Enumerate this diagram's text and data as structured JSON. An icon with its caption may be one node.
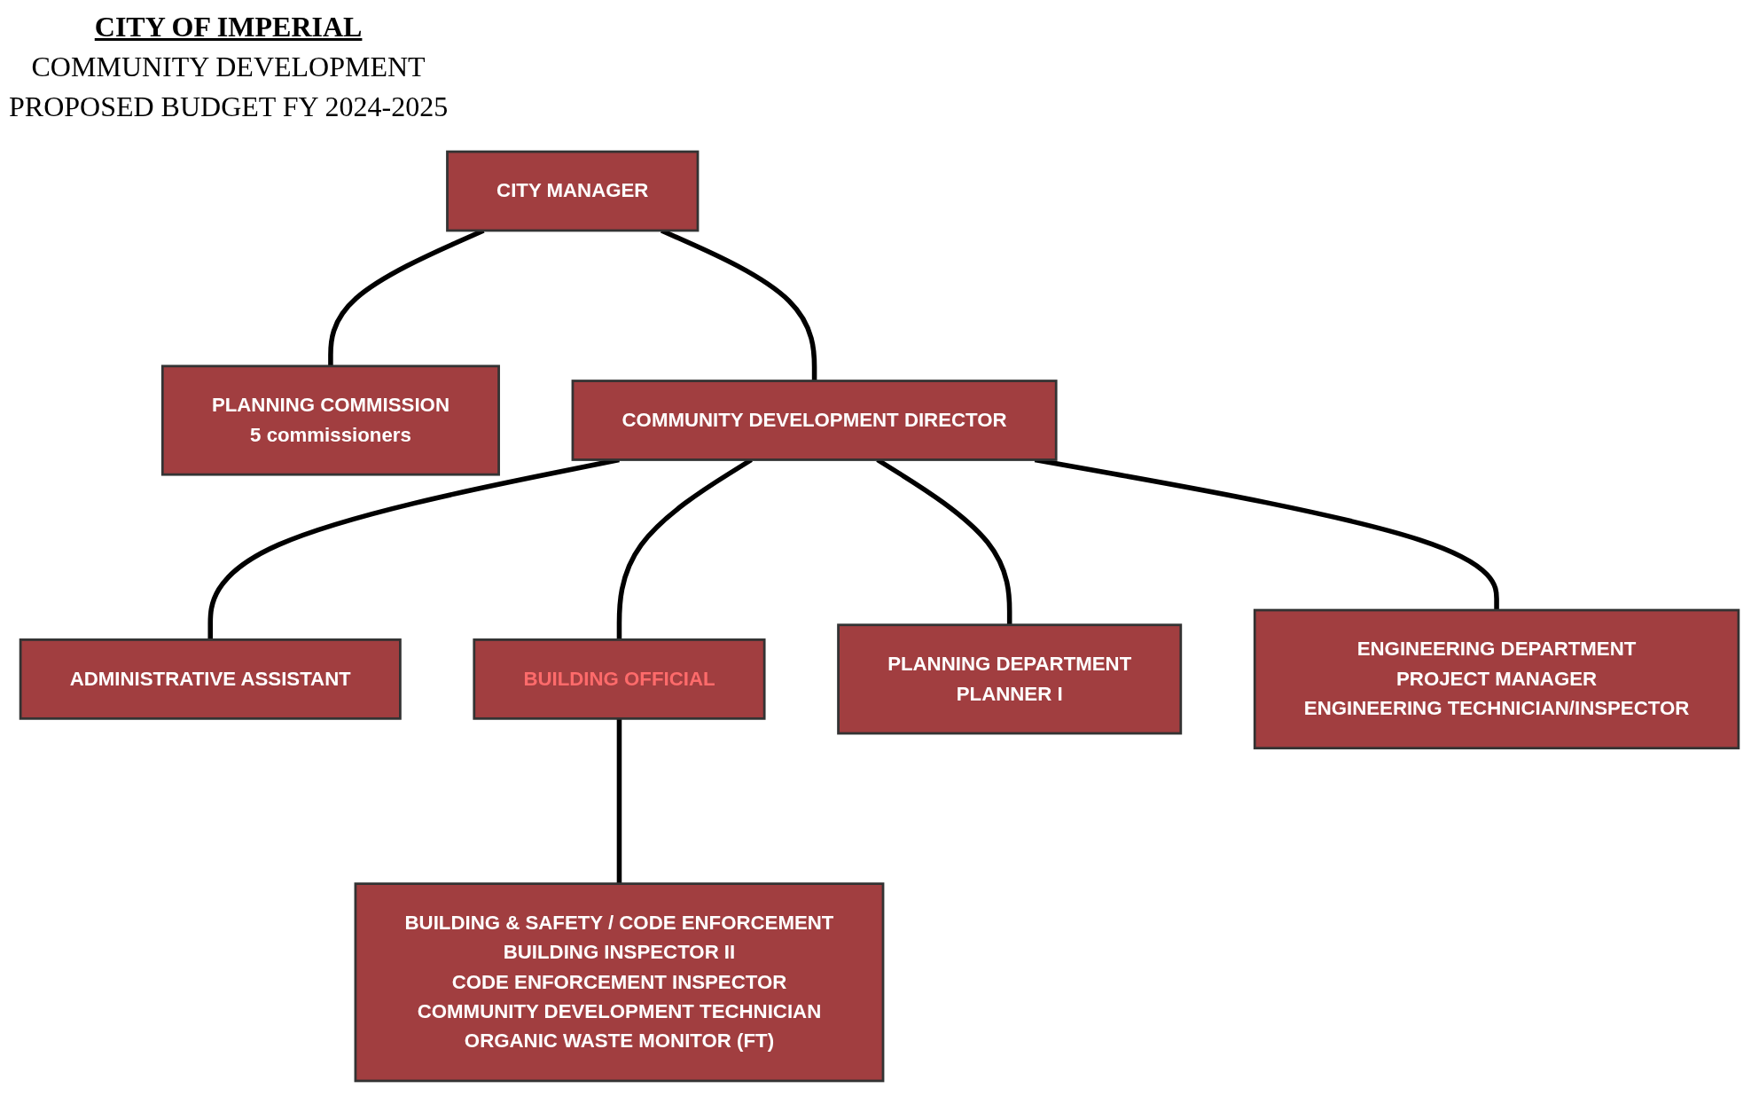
{
  "diagram": {
    "title": "CITY OF IMPERIAL",
    "nodes": [
      {
        "text": [
          "CITY MANAGER"
        ]
      },
      {
        "text": [
          "PLANNING COMMISSION",
          "5 commissioners"
        ]
      },
      {
        "text": [
          "COMMUNITY DEVELOPMENT DIRECTOR"
        ]
      },
      {
        "text": [
          "ADMINISTRATIVE ASSISTANT"
        ]
      },
      {
        "text": [
          "BUILDING OFFICIAL"
        ]
      },
      {
        "text": [
          "PLANNING DEPARTMENT",
          "PLANNER I"
        ]
      },
      {
        "text": [
          "ENGINEERING DEPARTMENT",
          "PROJECT MANAGER",
          "ENGINEERING TECHNICIAN/INSPECTOR"
        ]
      },
      {
        "text": [
          "BUILDING & SAFETY / CODE ENFORCEMENT",
          "BUILDING INSPECTOR II",
          "CODE ENFORCEMENT INSPECTOR",
          "COMMUNITY DEVELOPMENT TECHNICIAN",
          "ORGANIC WASTE MONITOR (FT)"
        ]
      }
    ],
    "edges": [
      {
        "from": 0,
        "to": 1,
        "arrow": "none"
      },
      {
        "from": 0,
        "to": 2,
        "arrow": "none"
      },
      {
        "from": 2,
        "to": 3,
        "arrow": "none"
      },
      {
        "from": 2,
        "to": 5,
        "arrow": "none"
      },
      {
        "from": 2,
        "to": 6,
        "arrow": "none"
      },
      {
        "from": 2,
        "to": 4,
        "arrow": "none"
      },
      {
        "from": 4,
        "to": 7,
        "arrow": "none"
      }
    ],
    "labels": [
      "COMMUNITY DEVELOPMENT",
      "PROPOSED BUDGET FY 2024-2025"
    ]
  }
}
